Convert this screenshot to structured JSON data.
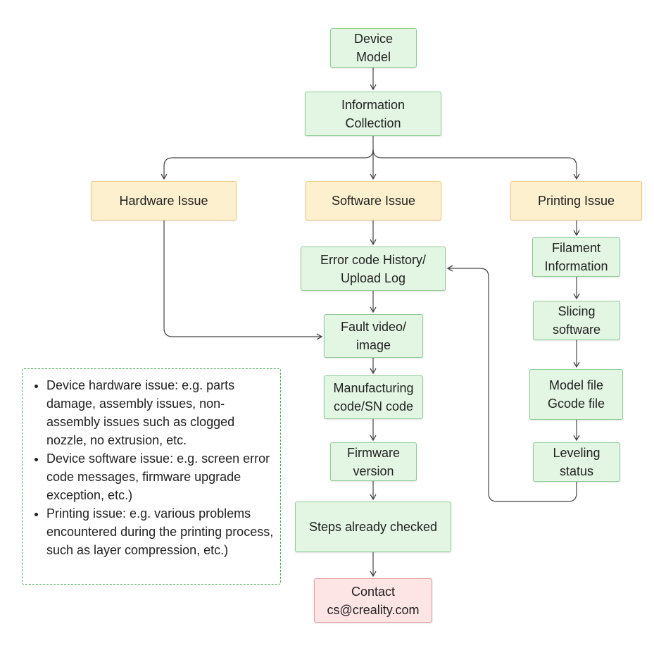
{
  "colors": {
    "green_fill": "#e3f5e3",
    "yellow_fill": "#fdf0cf",
    "red_fill": "#fde4e5",
    "connector": "#444444",
    "note_border": "#4ca65a"
  },
  "nodes": {
    "device_model": "Device Model",
    "information_collection": "Information\nCollection",
    "hardware_issue": "Hardware Issue",
    "software_issue": "Software Issue",
    "printing_issue": "Printing Issue",
    "error_code_history": "Error code History/\nUpload Log",
    "fault_video": "Fault video/\nimage",
    "manufacturing_code": "Manufacturing\ncode/SN code",
    "firmware_version": "Firmware\nversion",
    "steps_checked": "Steps already checked",
    "contact": "Contact\ncs@creality.com",
    "filament_information": "Filament\nInformation",
    "slicing_software": "Slicing\nsoftware",
    "model_file": "Model file\nGcode file",
    "leveling_status": "Leveling\nstatus"
  },
  "notes": [
    "Device hardware issue: e.g. parts damage, assembly issues, non-assembly issues such as clogged nozzle, no extrusion, etc.",
    "Device software issue: e.g. screen error code messages, firmware upgrade exception, etc.)",
    "Printing issue: e.g. various problems encountered during the printing process, such as layer compression, etc.)"
  ]
}
